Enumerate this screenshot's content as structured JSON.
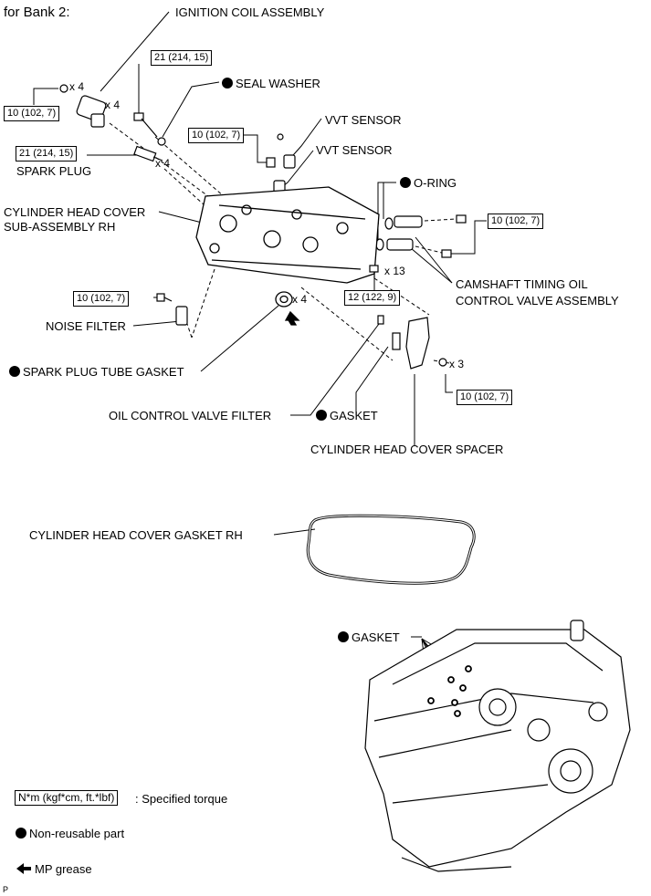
{
  "title": "for Bank 2:",
  "labels": {
    "ignition_coil": "IGNITION COIL ASSEMBLY",
    "seal_washer": "SEAL WASHER",
    "spark_plug": "SPARK PLUG",
    "vvt_sensor_1": "VVT SENSOR",
    "vvt_sensor_2": "VVT SENSOR",
    "o_ring": "O-RING",
    "cover_sub_1": "CYLINDER HEAD COVER",
    "cover_sub_2": "SUB-ASSEMBLY RH",
    "camshaft_1": "CAMSHAFT TIMING OIL",
    "camshaft_2": "CONTROL VALVE ASSEMBLY",
    "noise_filter": "NOISE FILTER",
    "tube_gasket": "SPARK PLUG TUBE GASKET",
    "oil_filter": "OIL CONTROL VALVE FILTER",
    "gasket": "GASKET",
    "spacer": "CYLINDER HEAD COVER SPACER",
    "cover_gasket": "CYLINDER HEAD COVER GASKET RH",
    "engine_gasket": "GASKET"
  },
  "torques": {
    "coil_bolt": "10 (102, 7)",
    "seal_bolt": "21 (214, 15)",
    "plug": "21 (214, 15)",
    "vvt": "10 (102, 7)",
    "cam_valve": "10 (102, 7)",
    "noise": "10 (102, 7)",
    "cover_bolt": "12 (122, 9)",
    "spacer_bolt": "10 (102, 7)"
  },
  "quantities": {
    "coil_bolt": "x 4",
    "coil": "x 4",
    "plug": "x 4",
    "cover_bolt": "x 13",
    "tube_gasket": "x 4",
    "spacer_bolt": "x 3"
  },
  "legend": {
    "torque_box": "N*m (kgf*cm, ft.*lbf)",
    "torque_text": ": Specified torque",
    "nonreusable": "Non-reusable part",
    "grease": "MP grease"
  },
  "footer_code": "P"
}
